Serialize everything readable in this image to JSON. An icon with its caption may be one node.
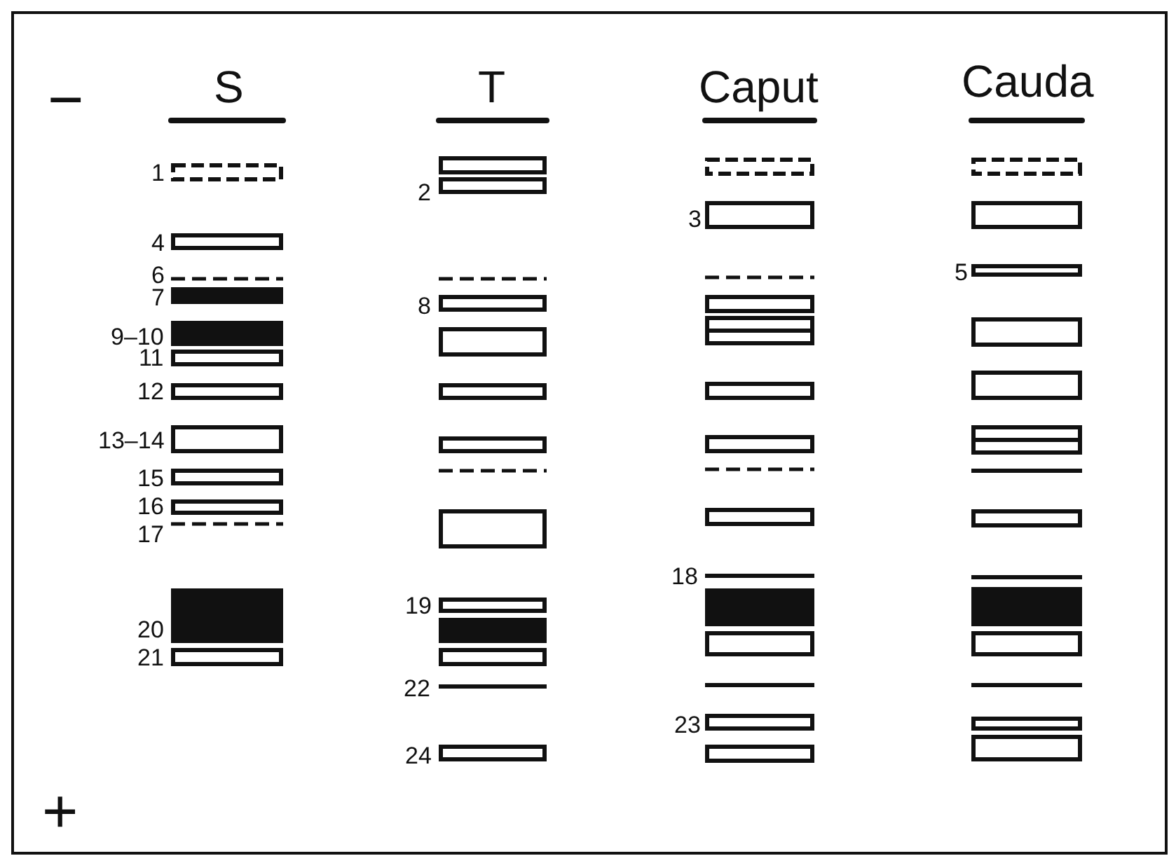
{
  "diagram": {
    "labels": [
      "S",
      "T",
      "Caput",
      "Cauda",
      "−",
      "1",
      "2",
      "3",
      "4",
      "5",
      "6",
      "7",
      "8",
      "9–10",
      "11",
      "12",
      "13–14",
      "15",
      "16",
      "17",
      "18",
      "19",
      "20",
      "21",
      "22",
      "23",
      "24",
      "+"
    ]
  }
}
